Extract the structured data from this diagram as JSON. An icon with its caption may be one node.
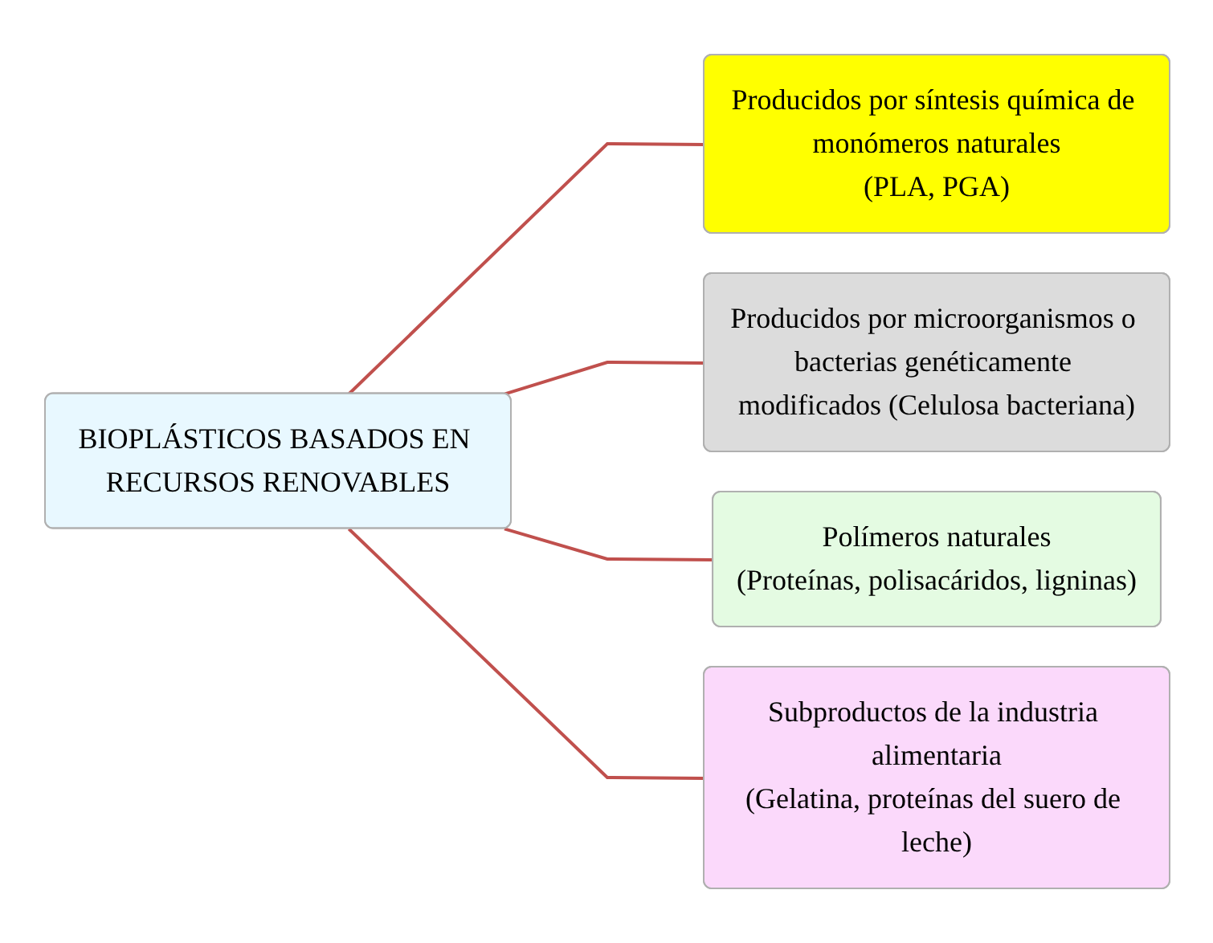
{
  "diagram": {
    "nodes": [
      {
        "text": [
          "BIOPLÁSTICOS BASADOS EN RECURSOS RENOVABLES"
        ]
      },
      {
        "text": [
          "Producidos por síntesis química de monómeros naturales",
          "(PLA, PGA)"
        ]
      },
      {
        "text": [
          "Producidos por microorganismos o bacterias genéticamente modificados (Celulosa bacteriana)"
        ]
      },
      {
        "text": [
          "Polímeros naturales",
          "(Proteínas, polisacáridos, ligninas)"
        ]
      },
      {
        "text": [
          "Subproductos de la industria alimentaria",
          "(Gelatina, proteínas del suero de leche)"
        ]
      }
    ],
    "edges": [
      {
        "from": 0,
        "to": 1,
        "arrow": "none"
      },
      {
        "from": 0,
        "to": 2,
        "arrow": "none"
      },
      {
        "from": 0,
        "to": 3,
        "arrow": "none"
      },
      {
        "from": 0,
        "to": 4,
        "arrow": "none"
      }
    ]
  }
}
